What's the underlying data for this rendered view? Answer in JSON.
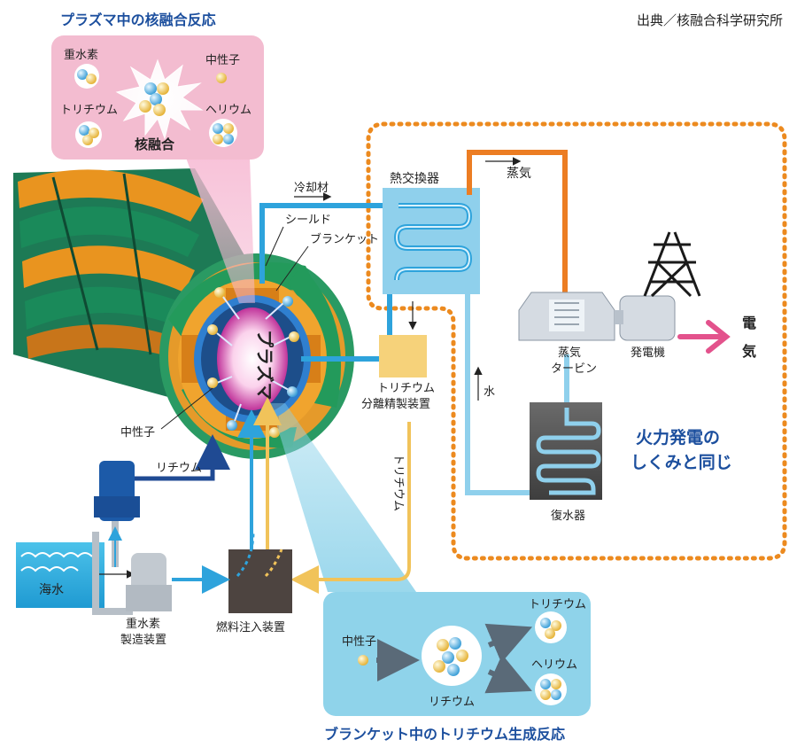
{
  "source": "出典／核融合科学研究所",
  "plasma_panel": {
    "title": "プラズマ中の核融合反応",
    "deuterium": "重水素",
    "neutron": "中性子",
    "tritium": "トリチウム",
    "helium": "ヘリウム",
    "fusion": "核融合"
  },
  "reactor": {
    "coolant": "冷却材",
    "shield": "シールド",
    "blanket": "ブランケット",
    "plasma": "プラズマ",
    "neutron": "中性子"
  },
  "plant": {
    "heat_exchanger": "熱交換器",
    "steam": "蒸気",
    "tritium_separator_1": "トリチウム",
    "tritium_separator_2": "分離精製装置",
    "water": "水",
    "turbine_1": "蒸気",
    "turbine_2": "タービン",
    "generator": "発電機",
    "electricity_1": "電",
    "electricity_2": "気",
    "condenser": "復水器",
    "thermal_note_1": "火力発電の",
    "thermal_note_2": "しくみと同じ"
  },
  "fuel": {
    "lithium": "リチウム",
    "seawater": "海水",
    "deuterium_plant_1": "重水素",
    "deuterium_plant_2": "製造装置",
    "injector": "燃料注入装置",
    "tritium_line": "トリチウム"
  },
  "blanket_panel": {
    "title": "ブランケット中のトリチウム生成反応",
    "neutron": "中性子",
    "lithium": "リチウム",
    "tritium": "トリチウム",
    "helium": "ヘリウム"
  },
  "colors": {
    "pink_panel": "#f3bcd0",
    "blue_panel": "#8fd3ea",
    "coolant_blue": "#2ea3dc",
    "steam_orange": "#ec7d23",
    "dark_blue": "#1f4a93",
    "title_blue": "#1c4f9e",
    "arrow_pink": "#e3528c"
  }
}
